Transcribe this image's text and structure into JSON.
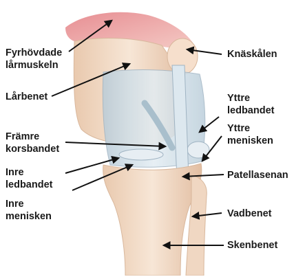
{
  "labels": {
    "fyrhovdade_1": "Fyrhövdade",
    "fyrhovdade_2": "lårmuskeln",
    "larbenet": "Lårbenet",
    "framre_1": "Främre",
    "framre_2": "korsbandet",
    "inre_ledbandet_1": "Inre",
    "inre_ledbandet_2": "ledbandet",
    "inre_menisken_1": "Inre",
    "inre_menisken_2": "menisken",
    "knaskalen": "Knäskålen",
    "yttre_ledbandet_1": "Yttre",
    "yttre_ledbandet_2": "ledbandet",
    "yttre_menisken_1": "Yttre",
    "yttre_menisken_2": "menisken",
    "patellasenan": "Patellasenan",
    "vadbenet": "Vadbenet",
    "skenbenet": "Skenbenet"
  },
  "colors": {
    "bone": "#f3dcc7",
    "bone_shadow": "#d9b89f",
    "muscle": "#e8a2a4",
    "ligament": "#cfdde6",
    "ligament_edge": "#9fb3c2",
    "pointer": "#111111"
  }
}
